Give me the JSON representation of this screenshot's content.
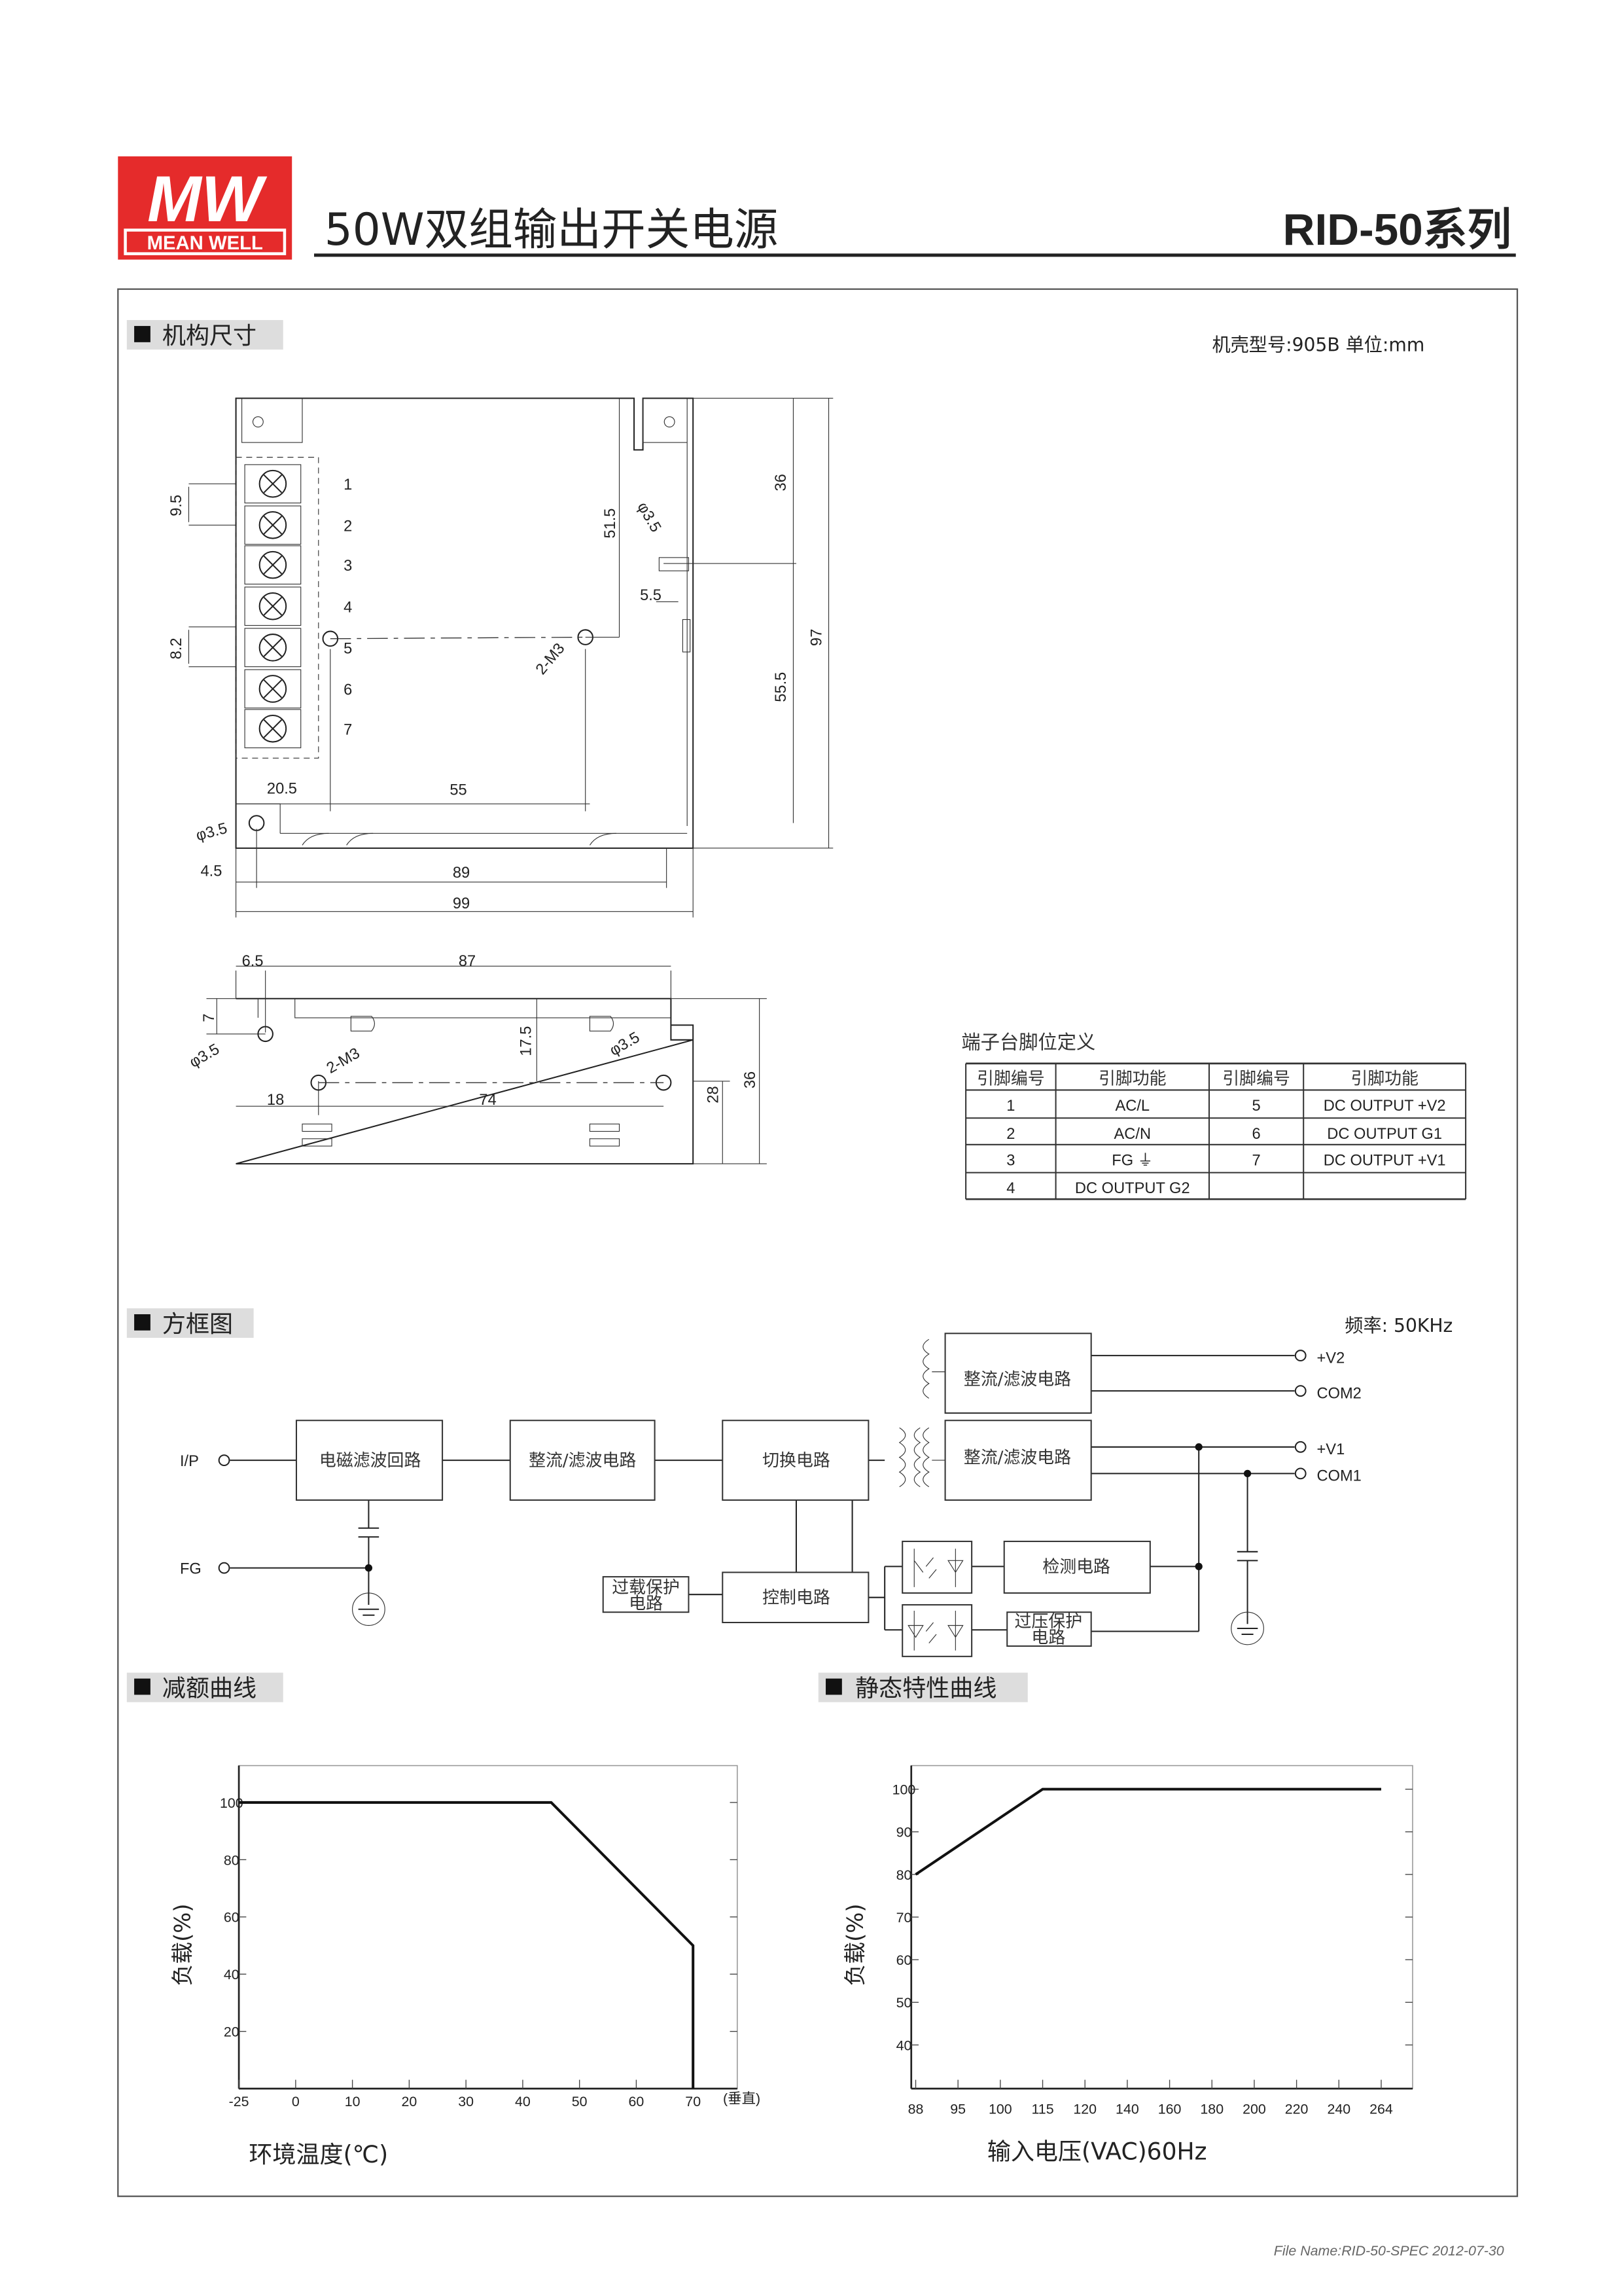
{
  "header": {
    "logo_text": "MW",
    "logo_brand": "MEAN WELL",
    "title": "50W双组输出开关电源",
    "series": "RID-50系列",
    "brand_color": "#e52b2b"
  },
  "mechanical": {
    "section_title": "机构尺寸",
    "case_info": "机壳型号:905B 单位:mm",
    "terminal_numbers": [
      "1",
      "2",
      "3",
      "4",
      "5",
      "6",
      "7"
    ],
    "top_view_dims": {
      "d9_5": "9.5",
      "d8_2": "8.2",
      "d51_5": "51.5",
      "phi_a": "φ3.5",
      "d5_5": "5.5",
      "m3": "2-M3",
      "d36": "36",
      "d55_5": "55.5",
      "d97": "97",
      "d20_5": "20.5",
      "d55": "55",
      "phi_b": "φ3.5",
      "d4_5": "4.5",
      "d89": "89",
      "d99": "99"
    },
    "side_view_dims": {
      "d6_5": "6.5",
      "d87": "87",
      "d7": "7",
      "phi_a": "φ3.5",
      "m3": "2-M3",
      "d17_5": "17.5",
      "phi_b": "φ3.5",
      "d18": "18",
      "d74": "74",
      "d28": "28",
      "d36": "36"
    }
  },
  "pin_table": {
    "title": "端子台脚位定义",
    "headers": [
      "引脚编号",
      "引脚功能",
      "引脚编号",
      "引脚功能"
    ],
    "rows": [
      [
        "1",
        "AC/L",
        "5",
        "DC OUTPUT +V2"
      ],
      [
        "2",
        "AC/N",
        "6",
        "DC OUTPUT G1"
      ],
      [
        "3",
        "FG ⏚",
        "7",
        "DC OUTPUT +V1"
      ],
      [
        "4",
        "DC OUTPUT G2",
        "",
        ""
      ]
    ]
  },
  "block_diagram": {
    "section_title": "方框图",
    "frequency": "频率: 50KHz",
    "input_label": "I/P",
    "fg_label": "FG",
    "blocks": {
      "emi": "电磁滤波回路",
      "rect1": "整流/滤波电路",
      "switch": "切换电路",
      "rect_v2": "整流/滤波电路",
      "rect_v1": "整流/滤波电路",
      "detect": "检测电路",
      "control": "控制电路",
      "olp_1": "过载保护",
      "olp_2": "电路",
      "ovp_1": "过压保护",
      "ovp_2": "电路"
    },
    "outputs": [
      "+V2",
      "COM2",
      "+V1",
      "COM1"
    ]
  },
  "chart_data": [
    {
      "type": "line",
      "section_title": "减额曲线",
      "xlabel": "环境温度(℃)",
      "ylabel": "负载(%)",
      "x_ticks": [
        "-25",
        "0",
        "10",
        "20",
        "30",
        "40",
        "50",
        "60",
        "70"
      ],
      "x_tick_values": [
        -25,
        0,
        10,
        20,
        30,
        40,
        50,
        60,
        70
      ],
      "x_note": "(垂直)",
      "y_ticks": [
        20,
        40,
        60,
        80,
        100
      ],
      "ylim": [
        0,
        110
      ],
      "series": [
        {
          "name": "derating",
          "x": [
            -25,
            45,
            70,
            70
          ],
          "y": [
            100,
            100,
            50,
            0
          ]
        }
      ]
    },
    {
      "type": "line",
      "section_title": "静态特性曲线",
      "xlabel": "输入电压(VAC)60Hz",
      "ylabel": "负载(%)",
      "x_ticks": [
        "88",
        "95",
        "100",
        "115",
        "120",
        "140",
        "160",
        "180",
        "200",
        "220",
        "240",
        "264"
      ],
      "x_tick_values": [
        88,
        95,
        100,
        115,
        120,
        140,
        160,
        180,
        200,
        220,
        240,
        264
      ],
      "y_ticks": [
        40,
        50,
        60,
        70,
        80,
        90,
        100
      ],
      "series": [
        {
          "name": "static",
          "x": [
            88,
            115,
            264
          ],
          "y": [
            80,
            100,
            100
          ]
        }
      ]
    }
  ],
  "footer": {
    "file_name": "File Name:RID-50-SPEC  2012-07-30"
  }
}
